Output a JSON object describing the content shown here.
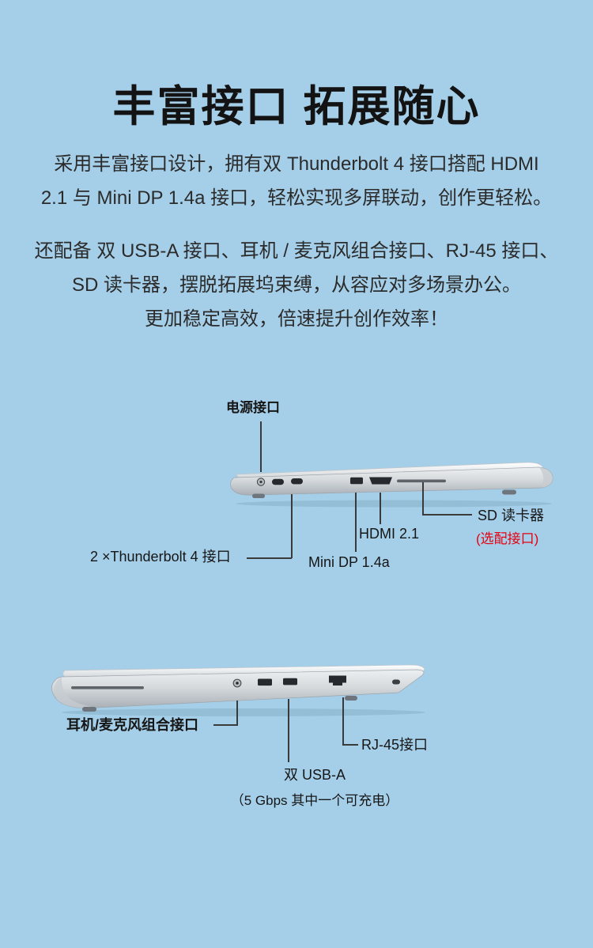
{
  "page": {
    "title": "丰富接口 拓展随心",
    "paragraph1": "采用丰富接口设计，拥有双 Thunderbolt 4 接口搭配 HDMI\n2.1 与 Mini DP 1.4a 接口，轻松实现多屏联动，创作更轻松。",
    "paragraph2": "还配备 双 USB-A 接口、耳机 / 麦克风组合接口、RJ-45 接口、\nSD 读卡器，摆脱拓展坞束缚，从容应对多场景办公。\n更加稳定高效，倍速提升创作效率！"
  },
  "colors": {
    "background": "#a5cfe8",
    "text": "#161616",
    "accent_red": "#e60012"
  },
  "diagram_top": {
    "view": "laptop-left-side",
    "labels": {
      "power": "电源接口",
      "thunderbolt": "2 ×Thunderbolt 4 接口",
      "minidp": "Mini DP 1.4a",
      "hdmi": "HDMI 2.1",
      "sd": "SD 读卡器",
      "sd_note": "(选配接口)"
    }
  },
  "diagram_bottom": {
    "view": "laptop-right-side",
    "labels": {
      "audio": "耳机/麦克风组合接口",
      "usb": "双 USB-A",
      "usb_note": "（5 Gbps 其中一个可充电）",
      "rj45": "RJ-45接口"
    }
  }
}
